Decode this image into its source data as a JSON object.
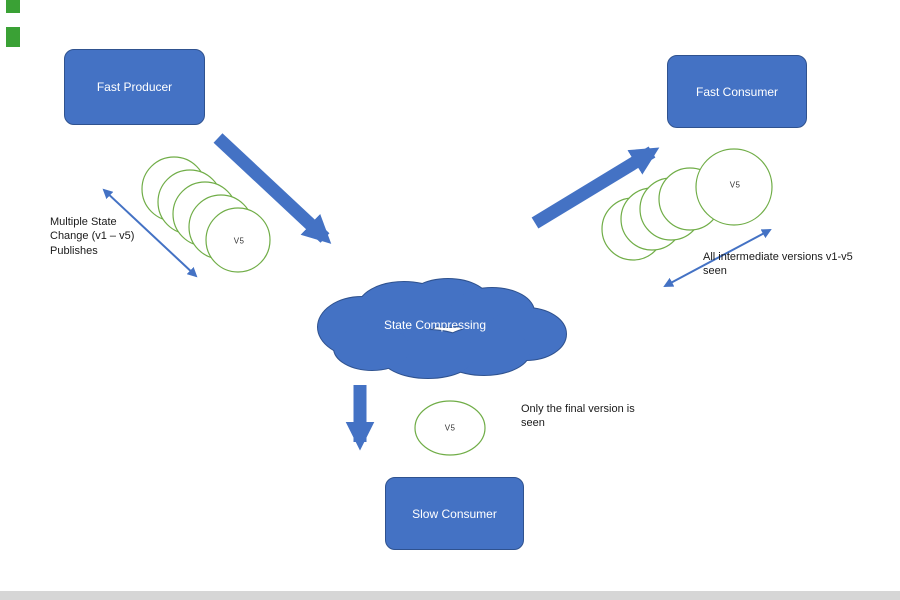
{
  "colors": {
    "bg": "#ffffff",
    "shape_fill": "#4472c4",
    "shape_border": "#2f528f",
    "arrow": "#4472c4",
    "circle_stroke": "#70ad47",
    "annotation_text": "#1a1a1a",
    "box_text": "#ffffff",
    "version_text": "#333333",
    "edge_artifact": "#3aa135",
    "bottom_strip": "#d6d6d6"
  },
  "nodes": {
    "fast_producer": {
      "label": "Fast Producer"
    },
    "fast_consumer": {
      "label": "Fast Consumer"
    },
    "slow_consumer": {
      "label": "Slow Consumer"
    },
    "cloud": {
      "label": "State Compressing"
    }
  },
  "annotations": {
    "left": "Multiple State\nChange (v1 – v5)\nPublishes",
    "right": "All intermediate versions v1-v5\nseen",
    "bottom": "Only the final version is\nseen"
  },
  "version_labels": {
    "left": "V5",
    "right": "V5",
    "bottom": "V5"
  }
}
